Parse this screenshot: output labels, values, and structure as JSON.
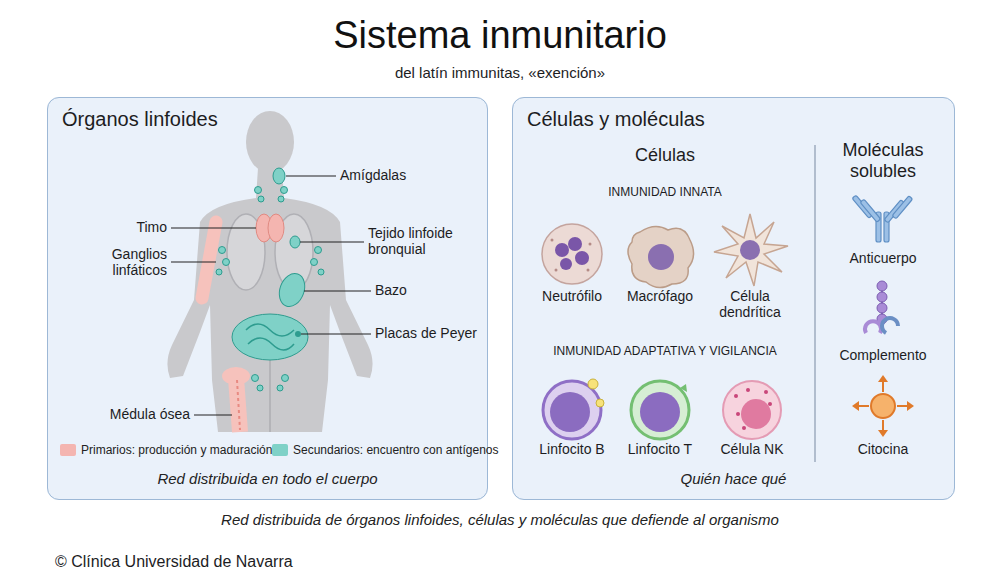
{
  "diagram": {
    "title": "Sistema inmunitario",
    "caption": "Red distribuida de órganos linfoides, células y moléculas que defiende al organismo",
    "nodes": [
      {
        "text": [
          "Órganos linfoides",
          "Red distribuida en todo el cuerpo"
        ]
      },
      {
        "text": [
          "Células y moléculas",
          "Quién hace qué"
        ]
      }
    ],
    "labels": [
      "del latín immunitas, «exención»",
      "Amígdalas",
      "Timo",
      "Tejido linfoide bronquial",
      "Ganglios linfáticos",
      "Bazo",
      "Placas de Peyer",
      "Médula ósea",
      "Células",
      "INMUNIDAD INNATA",
      "Neutrófilo",
      "Macrófago",
      "Célula dendrítica",
      "INMUNIDAD ADAPTATIVA Y VIGILANCIA",
      "Linfocito B",
      "Linfocito T",
      "Célula NK",
      "Moléculas solubles",
      "Anticuerpo",
      "Complemento",
      "Citocina",
      "© Clínica Universidad de Navarra"
    ],
    "legend": [
      {
        "text": "Primarios: producción y maduración",
        "color": "#f4b5b0"
      },
      {
        "text": "Secundarios: encuentro con antígenos",
        "color": "#7fd1c7"
      }
    ]
  }
}
